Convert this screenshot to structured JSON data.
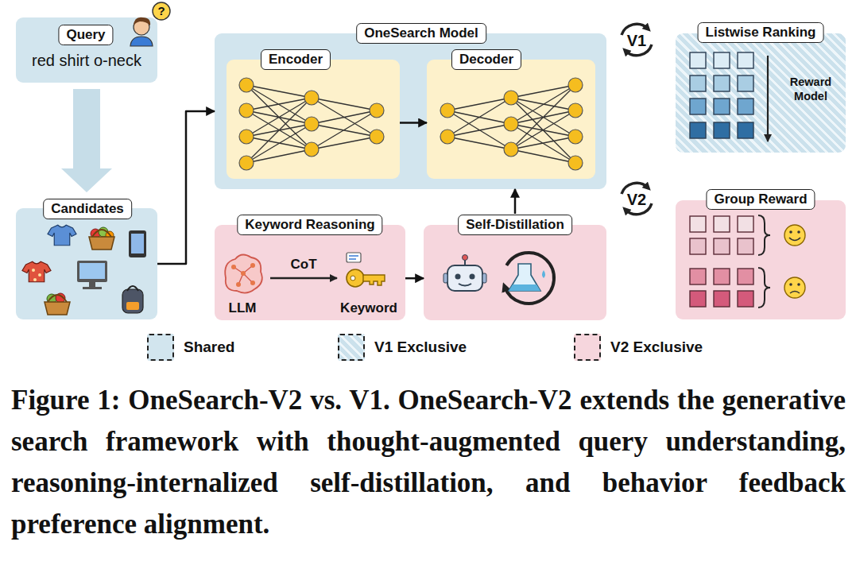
{
  "diagram": {
    "caption": "Figure 1: OneSearch-V2 vs. V1. OneSearch-V2 extends the generative search framework with thought-augmented query understanding, reasoning-internalized self-distillation, and behavior feedback preference alignment.",
    "nodes": [
      {
        "text": [
          "Query",
          "red shirt o-neck"
        ]
      },
      {
        "text": [
          "Candidates"
        ]
      },
      {
        "text": [
          "OneSearch Model"
        ]
      },
      {
        "text": [
          "Encoder"
        ],
        "in": 2
      },
      {
        "text": [
          "Decoder"
        ],
        "in": 2
      },
      {
        "text": [
          "Listwise Ranking"
        ]
      },
      {
        "text": [
          "Keyword Reasoning"
        ]
      },
      {
        "text": [
          "Self-Distillation"
        ]
      },
      {
        "text": [
          "Group Reward"
        ]
      }
    ],
    "edges": [
      {
        "from": 0,
        "to": 1,
        "arrow": "to"
      },
      {
        "from": 1,
        "to": 2,
        "arrow": "to"
      },
      {
        "from": 3,
        "to": 4,
        "arrow": "to"
      },
      {
        "from": 6,
        "to": 7,
        "arrow": "to"
      },
      {
        "from": 7,
        "to": 2,
        "arrow": "to"
      }
    ],
    "labels": [
      "?",
      "V1",
      "V2",
      "Reward Model",
      "LLM",
      "CoT",
      "Keyword"
    ],
    "legend": [
      {
        "text": "Shared",
        "color": "#d2e5ee"
      },
      {
        "text": "V1 Exclusive"
      },
      {
        "text": "V2 Exclusive",
        "color": "#f6d6dd"
      }
    ]
  }
}
